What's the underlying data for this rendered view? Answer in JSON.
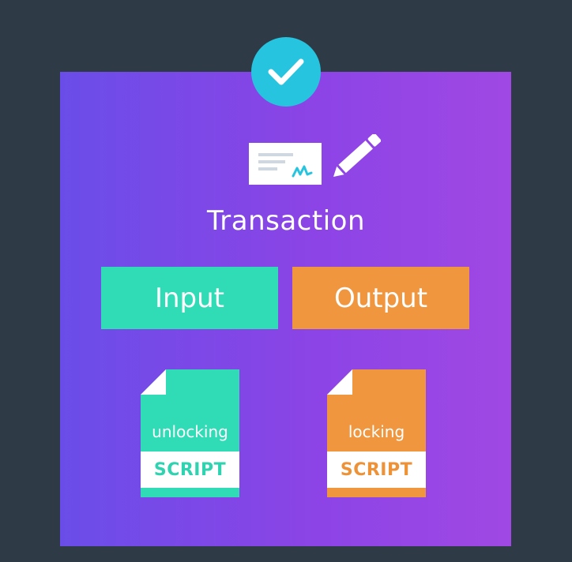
{
  "diagram": {
    "title": "Transaction",
    "input_label": "Input",
    "output_label": "Output",
    "input_script": {
      "word": "unlocking",
      "label": "SCRIPT"
    },
    "output_script": {
      "word": "locking",
      "label": "SCRIPT"
    }
  },
  "icons": {
    "badge": "check-icon",
    "document": "cheque-icon",
    "tool": "pencil-icon"
  },
  "colors": {
    "background": "#2f3a47",
    "panel_start": "#6a4de8",
    "panel_end": "#a048e4",
    "badge": "#26c4de",
    "input": "#2fdcb5",
    "output": "#f0963e"
  }
}
